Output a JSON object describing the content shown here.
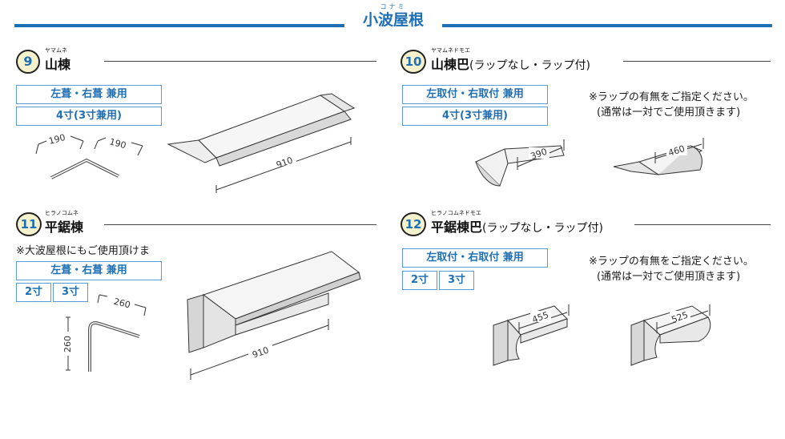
{
  "header": {
    "title": "小波屋根",
    "ruby": "コナミ",
    "line_color": "#1f6fb4"
  },
  "sections": {
    "s9": {
      "number": "9",
      "title": "山棟",
      "title_suffix": "",
      "ruby": "ヤマムネ",
      "specs": [
        "左葺・右葺 兼用",
        "4寸(3寸兼用)"
      ],
      "dims": {
        "left": "190",
        "right": "190",
        "length": "910"
      }
    },
    "s10": {
      "number": "10",
      "title": "山棟巴",
      "title_suffix": "(ラップなし・ラップ付)",
      "ruby": "ヤマムネドモエ",
      "specs": [
        "左取付・右取付 兼用",
        "4寸(3寸兼用)"
      ],
      "note1": "※ラップの有無をご指定ください。",
      "note2": "(通常は一対でご使用頂きます)",
      "dims": {
        "a": "390",
        "b": "460"
      }
    },
    "s11": {
      "number": "11",
      "title": "平鋸棟",
      "title_suffix": "",
      "ruby": "ヒラノコムネ",
      "pre_note": "※大波屋根にもご使用頂けま",
      "specs": [
        "左葺・右葺 兼用"
      ],
      "sizes": [
        "2寸",
        "3寸"
      ],
      "dims": {
        "top": "260",
        "side": "260",
        "length": "910"
      }
    },
    "s12": {
      "number": "12",
      "title": "平鋸棟巴",
      "title_suffix": "(ラップなし・ラップ付)",
      "ruby": "ヒラノコムネドモエ",
      "specs": [
        "左取付・右取付 兼用"
      ],
      "sizes": [
        "2寸",
        "3寸"
      ],
      "note1": "※ラップの有無をご指定ください。",
      "note2": "(通常は一対でご使用頂きます)",
      "dims": {
        "a": "455",
        "b": "525"
      }
    }
  },
  "colors": {
    "accent": "#1f6fb4",
    "box_border": "#5b9bd5",
    "badge_fill": "#f5f1cc"
  }
}
